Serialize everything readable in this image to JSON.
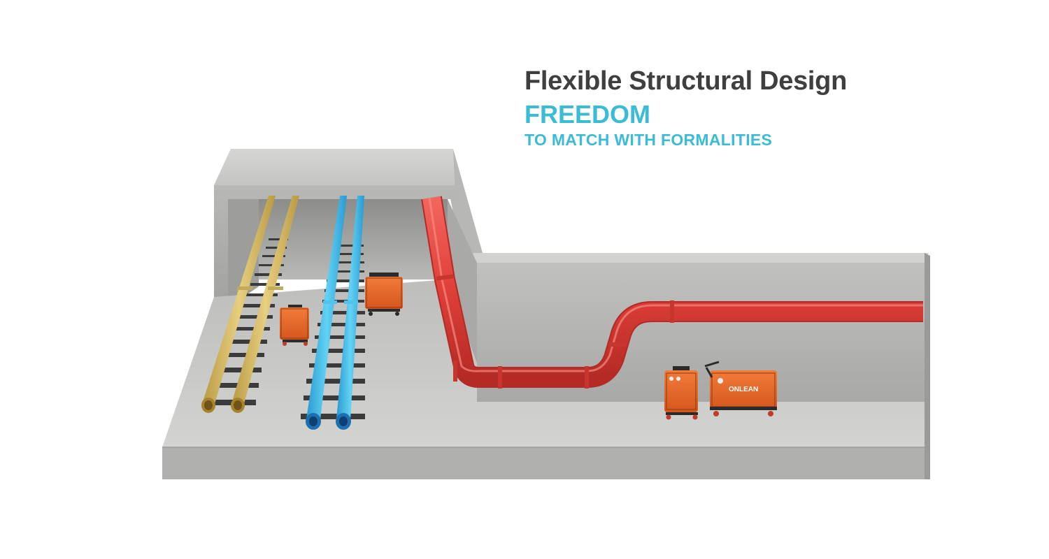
{
  "headline": {
    "title": "Flexible Structural Design",
    "subtitle_line1": "FREEDOM",
    "subtitle_line2": "TO MATCH WITH FORMALITIES"
  },
  "scene": {
    "machine_brand": "ONLEAN"
  },
  "colors": {
    "title": "#3f3f3f",
    "accent": "#3bbcd6",
    "concrete_light": "#c9c9c7",
    "concrete_mid": "#b2b2b0",
    "concrete_dark": "#8e8e8c",
    "pipe_yellow": "#d9c06a",
    "pipe_blue": "#3fb8e6",
    "pipe_red": "#e1453e",
    "machine_orange": "#ea6a2a"
  },
  "icons": {
    "machine": "generator-cart-icon",
    "pipe": "pipe-icon"
  }
}
